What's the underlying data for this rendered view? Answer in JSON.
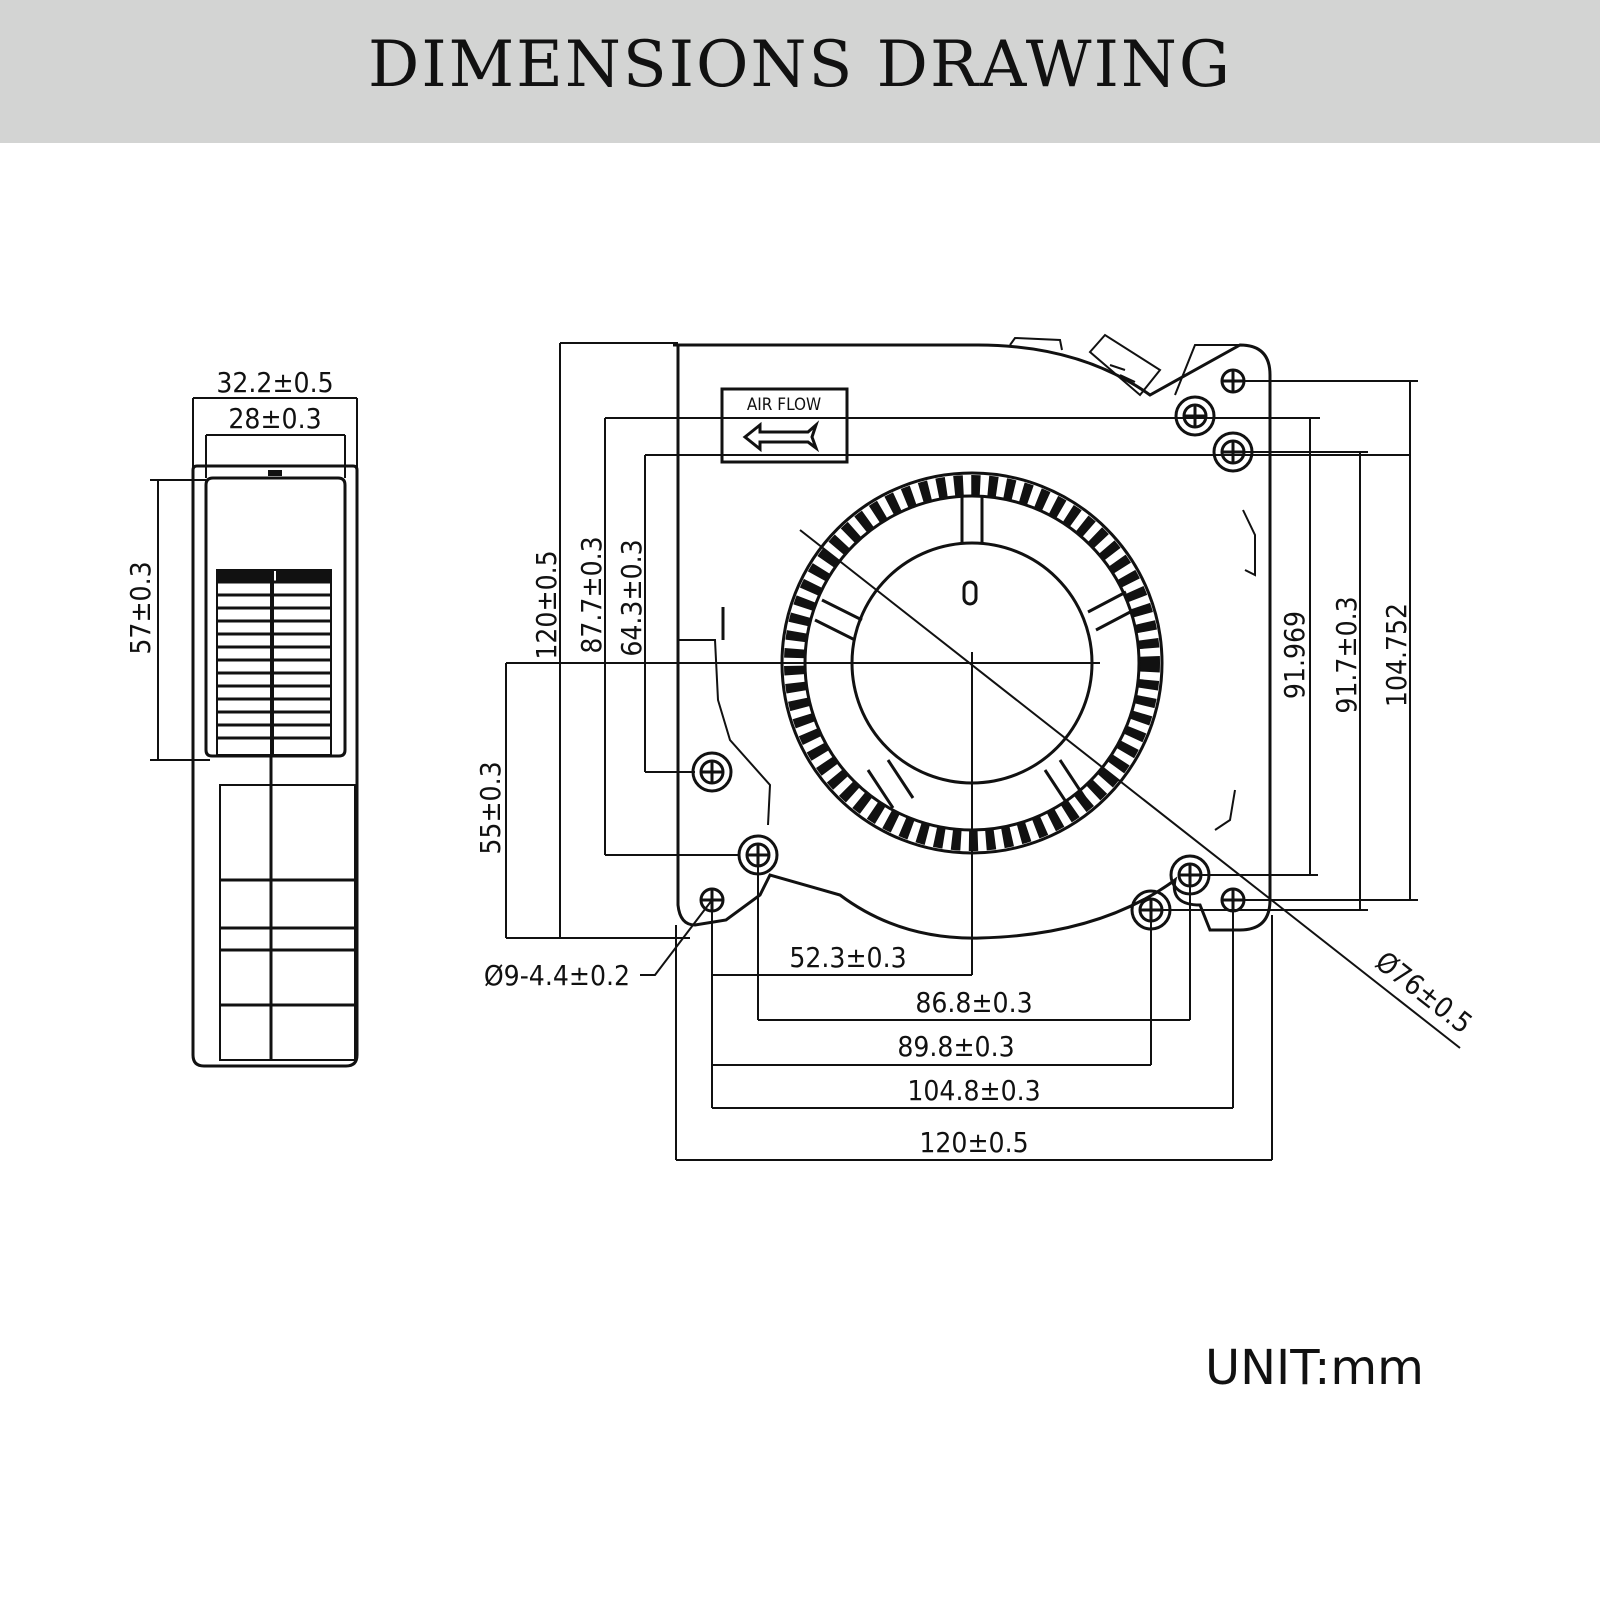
{
  "header": {
    "title": "DIMENSIONS DRAWING"
  },
  "side_view": {
    "width_outer": "32.2±0.5",
    "width_inner": "28±0.3",
    "outlet_height": "57±0.3"
  },
  "front_view": {
    "airflow_label": "AIR FLOW",
    "height_total": "120±0.5",
    "height_87": "87.7±0.3",
    "height_64": "64.3±0.3",
    "height_55": "55±0.3",
    "right_91969": "91.969",
    "right_917": "91.7±0.3",
    "right_104752": "104.752",
    "hole_dia": "Ø9-4.4±0.2",
    "impeller_dia": "Ø76±0.5",
    "dim_523": "52.3±0.3",
    "dim_868": "86.8±0.3",
    "dim_898": "89.8±0.3",
    "dim_1048": "104.8±0.3",
    "dim_120": "120±0.5"
  },
  "footer": {
    "unit": "UNIT:mm"
  }
}
